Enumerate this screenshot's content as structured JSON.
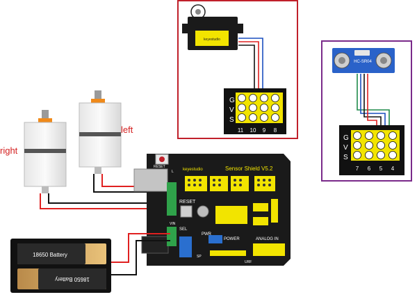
{
  "labels": {
    "right": "right",
    "left": "left"
  },
  "servo": {
    "header_letters": [
      "G",
      "V",
      "S"
    ],
    "pins": [
      "11",
      "10",
      "9",
      "8"
    ]
  },
  "ultrasonic": {
    "model": "HC-SR04",
    "header_letters": [
      "G",
      "V",
      "S"
    ],
    "pins": [
      "7",
      "6",
      "5",
      "4"
    ]
  },
  "shield": {
    "title": "Sensor Shield V5.2",
    "brand": "keyestudio",
    "reset": "RESET",
    "reset_small": "RESET",
    "sel": "SEL",
    "pwr": "PWR",
    "power": "POWER",
    "analog_in": "ANALOG IN",
    "led": "L",
    "urf": "URF",
    "vin": "VIN",
    "sp": "SP"
  },
  "battery": {
    "cell1": "18650 Battery",
    "cell2": "18650 Battery"
  },
  "colors": {
    "frame_servo": "#c0202a",
    "frame_ultra": "#7a2a8a",
    "pcb": "#111111",
    "header_yellow": "#f2e400",
    "wire_red": "#e02020",
    "wire_black": "#111111",
    "wire_blue": "#1a4fbf",
    "wire_green": "#1f8a4a",
    "terminal_green": "#2fa24a"
  }
}
